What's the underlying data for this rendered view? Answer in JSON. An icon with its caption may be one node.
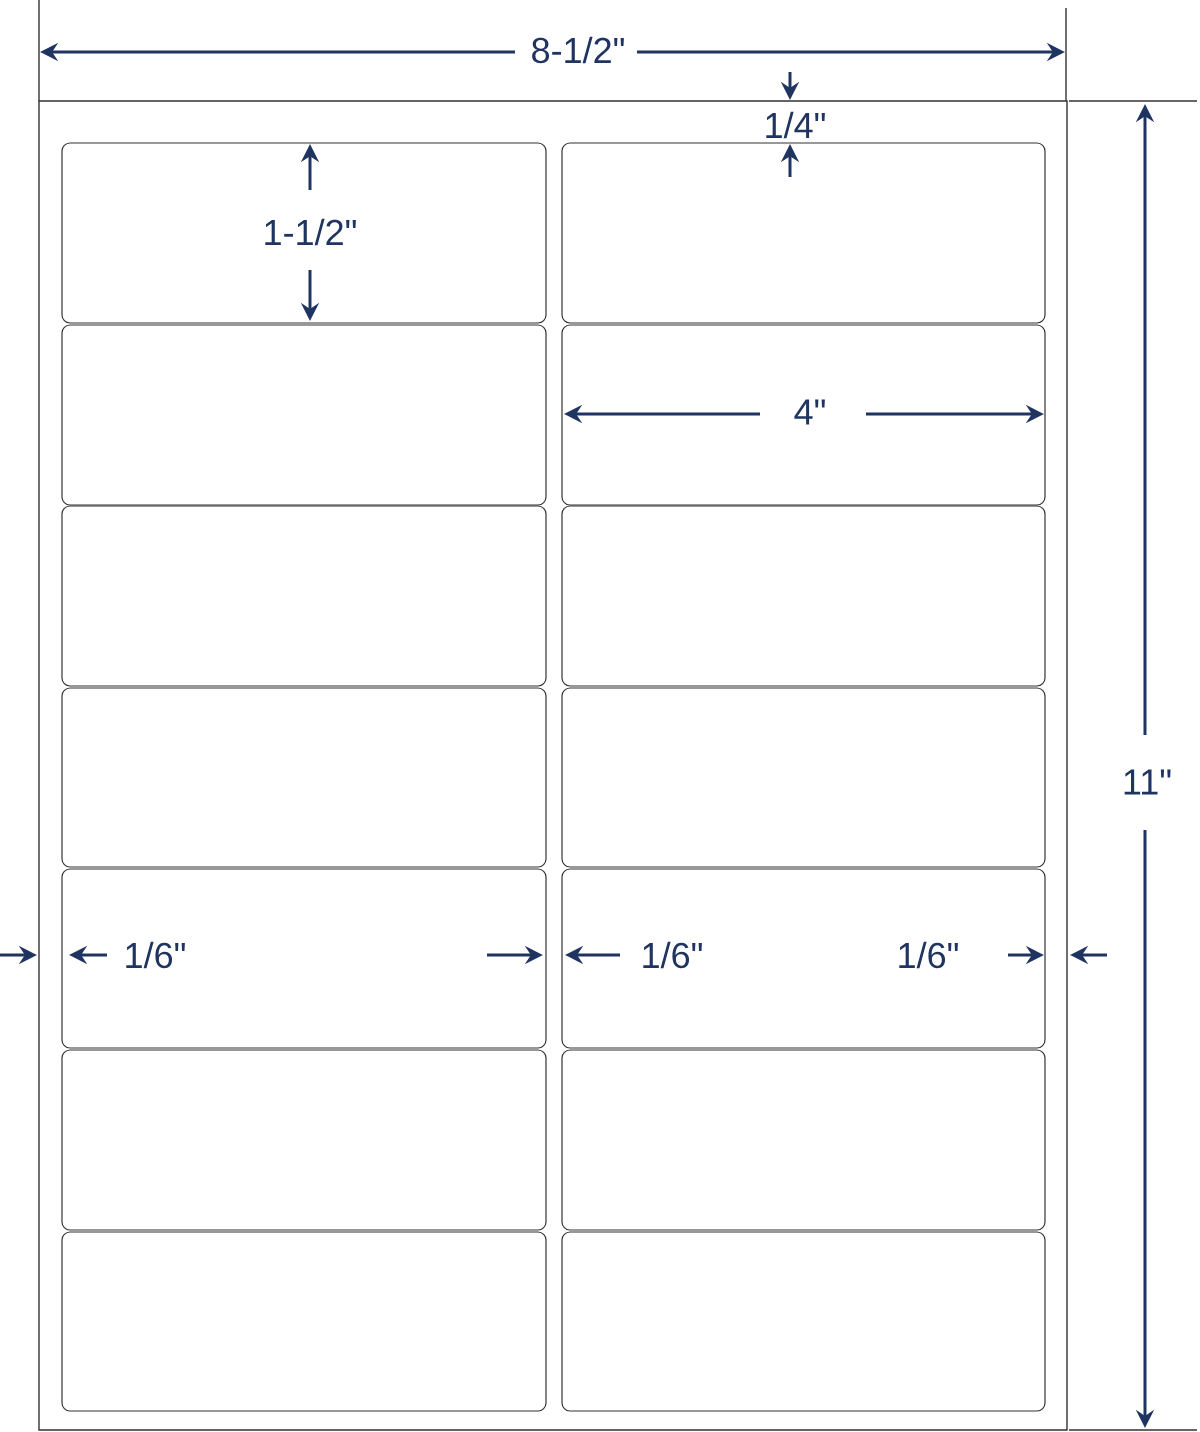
{
  "diagram": {
    "nodes": [
      {
        "text": [],
        "shape": "box"
      },
      {
        "text": [],
        "shape": "box",
        "in": 0
      },
      {
        "text": [],
        "shape": "box",
        "in": 0
      },
      {
        "text": [],
        "shape": "box",
        "in": 0
      },
      {
        "text": [],
        "shape": "box",
        "in": 0
      },
      {
        "text": [],
        "shape": "box",
        "in": 0
      },
      {
        "text": [],
        "shape": "box",
        "in": 0
      },
      {
        "text": [],
        "shape": "box",
        "in": 0
      },
      {
        "text": [],
        "shape": "box",
        "in": 0
      },
      {
        "text": [],
        "shape": "box",
        "in": 0
      },
      {
        "text": [],
        "shape": "box",
        "in": 0
      },
      {
        "text": [],
        "shape": "box",
        "in": 0
      },
      {
        "text": [],
        "shape": "box",
        "in": 0
      },
      {
        "text": [],
        "shape": "box",
        "in": 0
      },
      {
        "text": [],
        "shape": "box",
        "in": 0
      }
    ],
    "labels": [
      "8-1/2\"",
      "1/4\"",
      "1-1/2\"",
      "4\"",
      "11\"",
      "1/6\"",
      "1/6\"",
      "1/6\""
    ]
  }
}
